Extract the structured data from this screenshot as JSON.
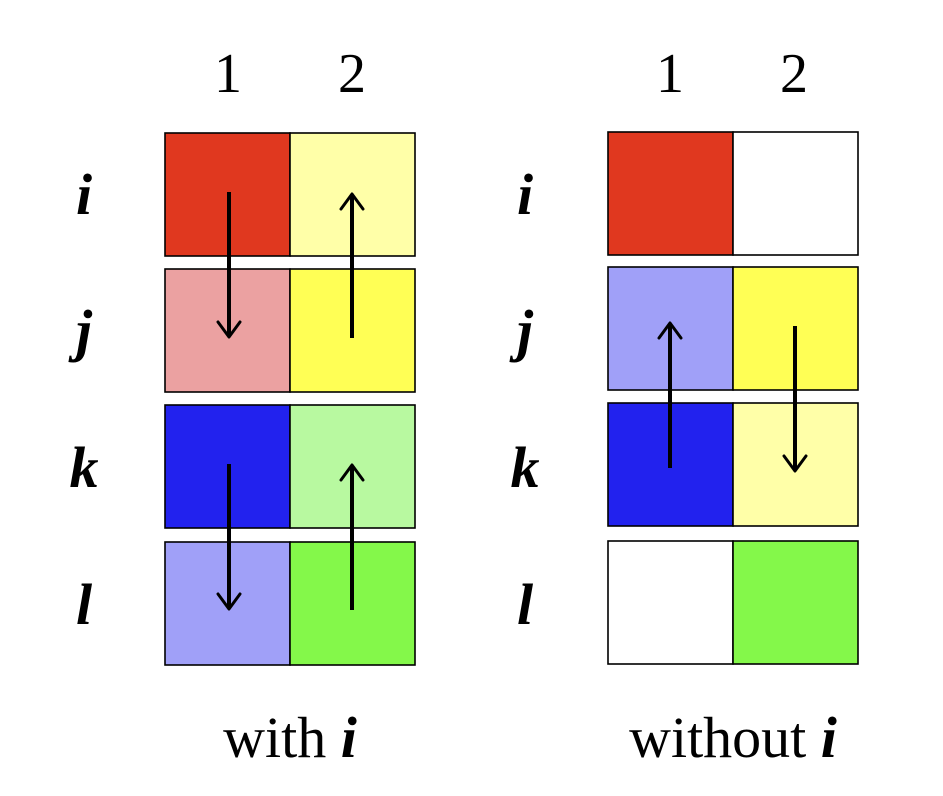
{
  "column_labels": [
    "1",
    "2"
  ],
  "row_labels": [
    "i",
    "j",
    "k",
    "l"
  ],
  "panels": [
    {
      "caption_prefix": "with ",
      "caption_var": "i",
      "cells": [
        [
          "#e0381f",
          "#ffffa8"
        ],
        [
          "#eba1a1",
          "#ffff55"
        ],
        [
          "#2222ee",
          "#b8f9a0"
        ],
        [
          "#a0a0f8",
          "#84f84a"
        ]
      ],
      "arrows": [
        {
          "column": "1",
          "from_row": "i",
          "to_row": "j",
          "direction": "down"
        },
        {
          "column": "2",
          "from_row": "j",
          "to_row": "i",
          "direction": "up"
        },
        {
          "column": "1",
          "from_row": "k",
          "to_row": "l",
          "direction": "down"
        },
        {
          "column": "2",
          "from_row": "l",
          "to_row": "k",
          "direction": "up"
        }
      ]
    },
    {
      "caption_prefix": "without ",
      "caption_var": "i",
      "cells": [
        [
          "#e0381f",
          "#ffffff"
        ],
        [
          "#a0a0f8",
          "#ffff55"
        ],
        [
          "#2222ee",
          "#ffffa8"
        ],
        [
          "#ffffff",
          "#84f84a"
        ]
      ],
      "arrows": [
        {
          "column": "1",
          "from_row": "k",
          "to_row": "j",
          "direction": "up"
        },
        {
          "column": "2",
          "from_row": "j",
          "to_row": "k",
          "direction": "down"
        }
      ]
    }
  ]
}
